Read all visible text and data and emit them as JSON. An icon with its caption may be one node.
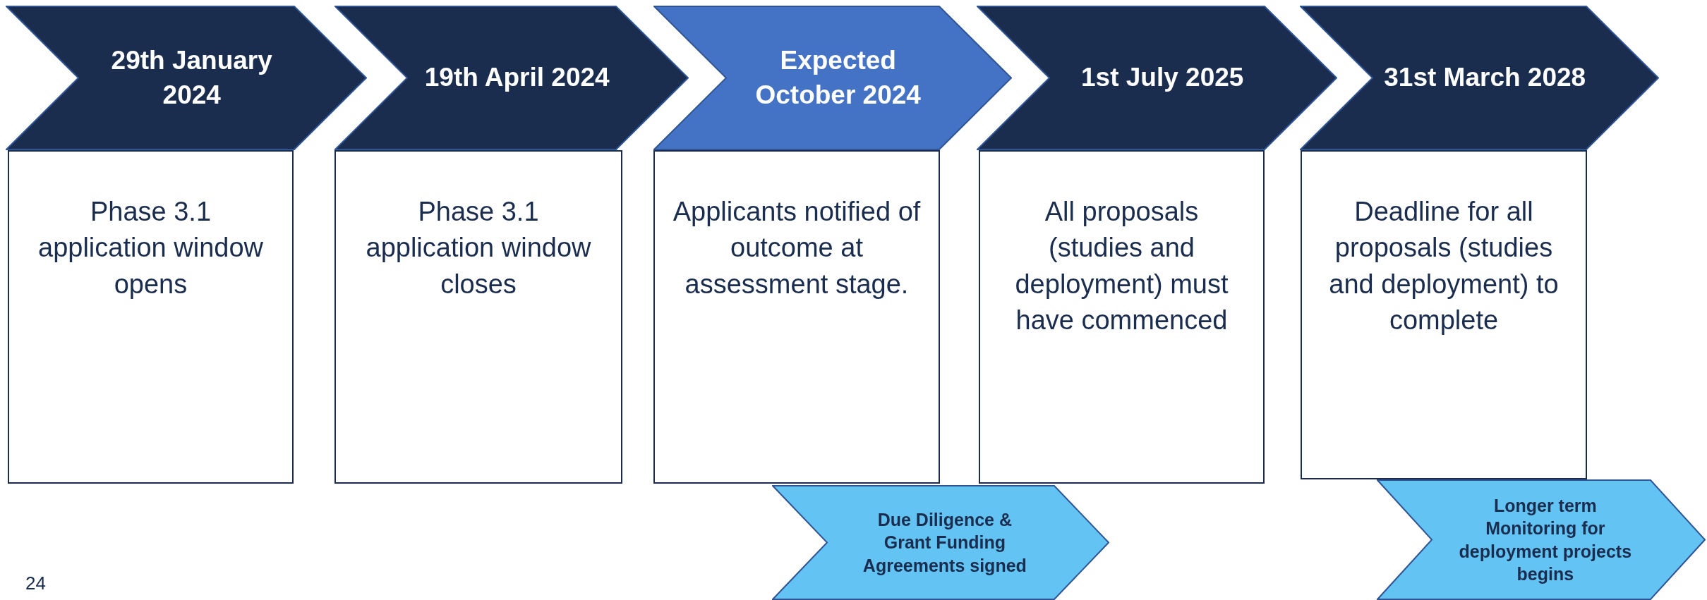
{
  "diagram": {
    "nodes": [
      {
        "text": [
          "29th January 2024"
        ]
      },
      {
        "text": [
          "19th April 2024"
        ]
      },
      {
        "text": [
          "Expected October 2024"
        ]
      },
      {
        "text": [
          "1st July 2025"
        ]
      },
      {
        "text": [
          "31st March 2028"
        ]
      },
      {
        "text": [
          "Phase 3.1 application window opens"
        ]
      },
      {
        "text": [
          "Phase 3.1 application window closes"
        ]
      },
      {
        "text": [
          "Applicants notified of outcome at assessment stage."
        ]
      },
      {
        "text": [
          "All proposals (studies and deployment) must have commenced"
        ]
      },
      {
        "text": [
          "Deadline for all proposals (studies and deployment) to complete"
        ]
      },
      {
        "text": [
          "Due Diligence & Grant Funding Agreements signed"
        ]
      },
      {
        "text": [
          "Longer term Monitoring for deployment projects begins"
        ]
      }
    ],
    "edges": [],
    "labels": [
      "24"
    ]
  }
}
